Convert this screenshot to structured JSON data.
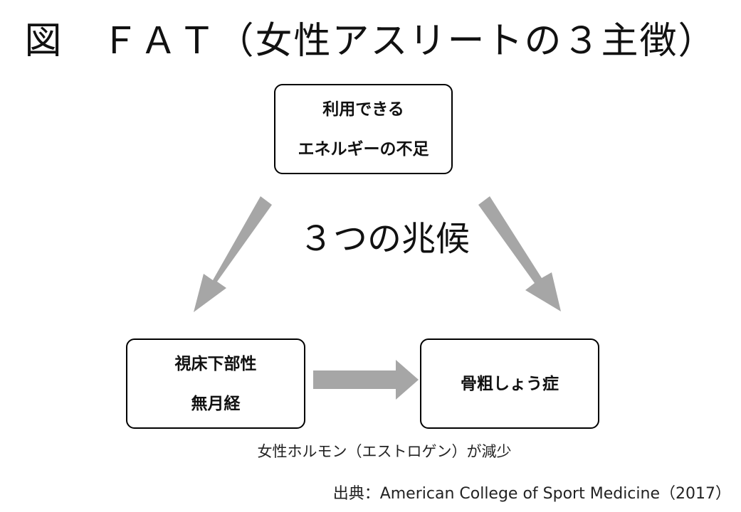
{
  "title": "図　ＦＡＴ（女性アスリートの３主徴）",
  "boxes": {
    "top": {
      "line1": "利用できる",
      "line2": "エネルギーの不足"
    },
    "left": {
      "line1": "視床下部性",
      "line2": "無月経"
    },
    "right": {
      "line1": "骨粗しょう症"
    }
  },
  "center_label": "３つの兆候",
  "hormone_note": "女性ホルモン（エストロゲン）が減少",
  "source": "出典：American College of Sport Medicine（2017）",
  "colors": {
    "arrow": "#a6a6a6",
    "border": "#000000",
    "text": "#111111"
  }
}
